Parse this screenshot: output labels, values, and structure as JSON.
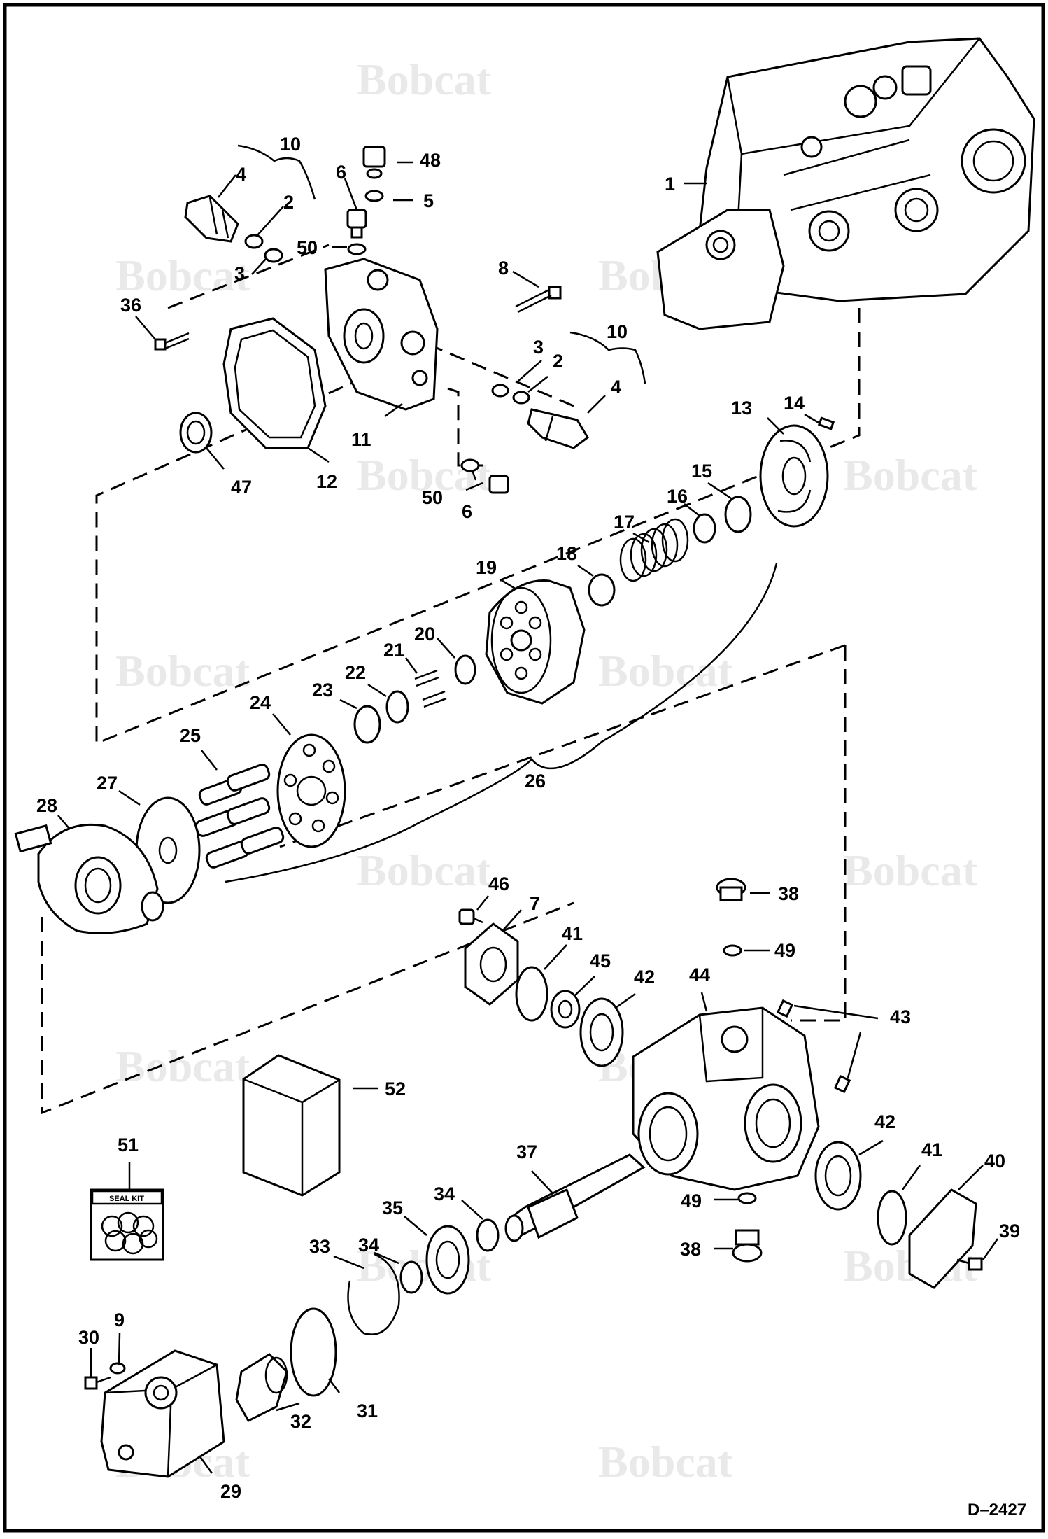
{
  "watermark": {
    "text": "Bobcat",
    "color": "#e9e9e9"
  },
  "drawing_code": "D–2427",
  "seal_kit_label": "SEAL KIT",
  "callouts": {
    "c1": "1",
    "c2a": "2",
    "c2b": "2",
    "c3a": "3",
    "c3b": "3",
    "c4a": "4",
    "c4b": "4",
    "c5": "5",
    "c6a": "6",
    "c6b": "6",
    "c7": "7",
    "c8": "8",
    "c9": "9",
    "c10a": "10",
    "c10b": "10",
    "c11": "11",
    "c12": "12",
    "c13": "13",
    "c14": "14",
    "c15": "15",
    "c16": "16",
    "c17": "17",
    "c18": "18",
    "c19": "19",
    "c20": "20",
    "c21": "21",
    "c22": "22",
    "c23": "23",
    "c24": "24",
    "c25": "25",
    "c26": "26",
    "c27": "27",
    "c28": "28",
    "c29": "29",
    "c30": "30",
    "c31": "31",
    "c32": "32",
    "c33": "33",
    "c34a": "34",
    "c34b": "34",
    "c35": "35",
    "c36": "36",
    "c37": "37",
    "c38a": "38",
    "c38b": "38",
    "c39": "39",
    "c40": "40",
    "c41a": "41",
    "c41b": "41",
    "c42a": "42",
    "c42b": "42",
    "c43": "43",
    "c44": "44",
    "c45": "45",
    "c46": "46",
    "c47": "47",
    "c48": "48",
    "c49a": "49",
    "c49b": "49",
    "c50a": "50",
    "c50b": "50",
    "c51": "51",
    "c52": "52"
  }
}
